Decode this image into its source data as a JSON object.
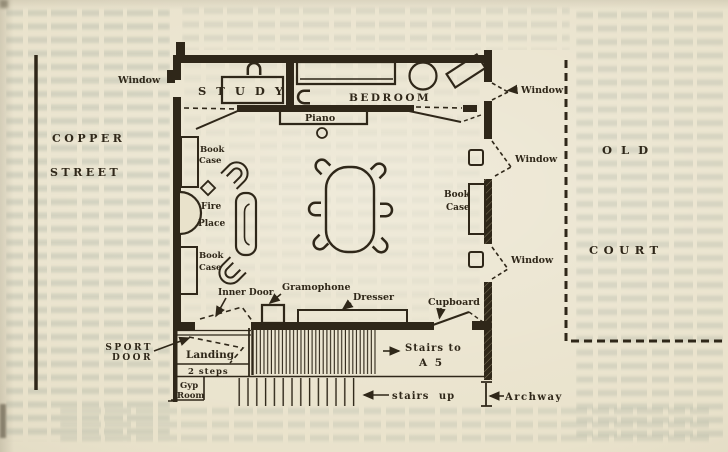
{
  "figure": {
    "description": "Hand-drawn book illustration: floor plan of college rooms between Copper Street and Old Court",
    "paper_color": "#e9e2cb",
    "ink_color": "#2f2719"
  },
  "streets": {
    "copper": {
      "line1": "COPPER",
      "line2": "STREET"
    },
    "old_court": {
      "line1": "OLD",
      "line2": "COURT"
    }
  },
  "rooms": {
    "study": "STUDY",
    "bedroom": "BEDROOM",
    "landing": "Landing",
    "two_steps": "2 steps",
    "gyp_room": {
      "line1": "Gyp",
      "line2": "Room"
    }
  },
  "furniture": {
    "piano": "Piano",
    "bookcase": {
      "line1": "Book",
      "line2": "Case"
    },
    "fireplace": {
      "line1": "Fire",
      "line2": "Place"
    },
    "gramophone": "Gramophone",
    "dresser": "Dresser",
    "cupboard": "Cupboard"
  },
  "openings": {
    "window": "Window",
    "inner_door": "Inner Door",
    "sport_door": {
      "line1": "SPORT",
      "line2": "DOOR"
    },
    "archway": "Archway"
  },
  "stairs": {
    "stairs_to": {
      "line1": "Stairs to",
      "line2": "A 5"
    },
    "stairs_up": "stairs up"
  }
}
